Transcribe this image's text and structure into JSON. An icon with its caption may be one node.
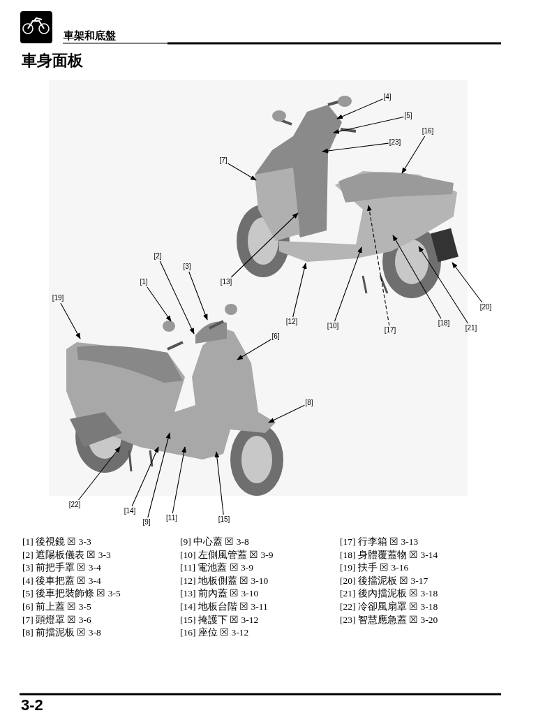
{
  "diagram": {
    "title": "車身面板",
    "nodes": [
      {
        "text": [
          "[1]"
        ]
      },
      {
        "text": [
          "[2]"
        ]
      },
      {
        "text": [
          "[3]"
        ]
      },
      {
        "text": [
          "[4]"
        ]
      },
      {
        "text": [
          "[5]"
        ]
      },
      {
        "text": [
          "[6]"
        ]
      },
      {
        "text": [
          "[7]"
        ]
      },
      {
        "text": [
          "[8]"
        ]
      },
      {
        "text": [
          "[9]"
        ]
      },
      {
        "text": [
          "[10]"
        ]
      },
      {
        "text": [
          "[11]"
        ]
      },
      {
        "text": [
          "[12]"
        ]
      },
      {
        "text": [
          "[13]"
        ]
      },
      {
        "text": [
          "[14]"
        ]
      },
      {
        "text": [
          "[15]"
        ]
      },
      {
        "text": [
          "[16]"
        ]
      },
      {
        "text": [
          "[17]"
        ]
      },
      {
        "text": [
          "[18]"
        ]
      },
      {
        "text": [
          "[19]"
        ]
      },
      {
        "text": [
          "[20]"
        ]
      },
      {
        "text": [
          "[21]"
        ]
      },
      {
        "text": [
          "[22]"
        ]
      },
      {
        "text": [
          "[23]"
        ]
      }
    ],
    "edges": [
      {
        "from": 0,
        "to": null,
        "arrow": "to"
      },
      {
        "from": 1,
        "to": null,
        "arrow": "to"
      },
      {
        "from": 2,
        "to": null,
        "arrow": "to"
      },
      {
        "from": 3,
        "to": null,
        "arrow": "to"
      },
      {
        "from": 4,
        "to": null,
        "arrow": "to"
      },
      {
        "from": 5,
        "to": null,
        "arrow": "to"
      },
      {
        "from": 6,
        "to": null,
        "arrow": "to"
      },
      {
        "from": 7,
        "to": null,
        "arrow": "to"
      },
      {
        "from": 8,
        "to": null,
        "arrow": "to"
      },
      {
        "from": 9,
        "to": null,
        "arrow": "to"
      },
      {
        "from": 10,
        "to": null,
        "arrow": "to"
      },
      {
        "from": 11,
        "to": null,
        "arrow": "to"
      },
      {
        "from": 12,
        "to": null,
        "arrow": "to"
      },
      {
        "from": 13,
        "to": null,
        "arrow": "to"
      },
      {
        "from": 14,
        "to": null,
        "arrow": "to"
      },
      {
        "from": 15,
        "to": null,
        "arrow": "to"
      },
      {
        "from": 16,
        "to": null,
        "arrow": "to",
        "style": "dashed"
      },
      {
        "from": 17,
        "to": null,
        "arrow": "to"
      },
      {
        "from": 18,
        "to": null,
        "arrow": "to"
      },
      {
        "from": 19,
        "to": null,
        "arrow": "to"
      },
      {
        "from": 20,
        "to": null,
        "arrow": "to"
      },
      {
        "from": 21,
        "to": null,
        "arrow": "to"
      },
      {
        "from": 22,
        "to": null,
        "arrow": "to"
      }
    ],
    "labels": [
      "車架和底盤",
      "[1] 後視鏡 ☒ 3-3",
      "[2] 遮陽板儀表 ☒ 3-3",
      "[3] 前把手罩 ☒ 3-4",
      "[4] 後車把蓋 ☒ 3-4",
      "[5] 後車把裝飾條 ☒ 3-5",
      "[6] 前上蓋 ☒ 3-5",
      "[7] 頭燈罩 ☒ 3-6",
      "[8] 前擋泥板 ☒ 3-8",
      "[9] 中心蓋 ☒ 3-8",
      "[10] 左側風管蓋 ☒ 3-9",
      "[11] 電池蓋 ☒ 3-9",
      "[12] 地板側蓋 ☒ 3-10",
      "[13] 前內蓋 ☒ 3-10",
      "[14] 地板台階 ☒ 3-11",
      "[15] 掩護下 ☒ 3-12",
      "[16] 座位 ☒ 3-12",
      "[17] 行李箱 ☒ 3-13",
      "[18] 身體覆蓋物 ☒ 3-14",
      "[19] 扶手 ☒ 3-16",
      "[20] 後擋泥板 ☒ 3-17",
      "[21] 後內擋泥板 ☒ 3-18",
      "[22] 冷卻風扇罩 ☒ 3-18",
      "[23] 智慧應急蓋 ☒ 3-20",
      "3-2"
    ]
  }
}
